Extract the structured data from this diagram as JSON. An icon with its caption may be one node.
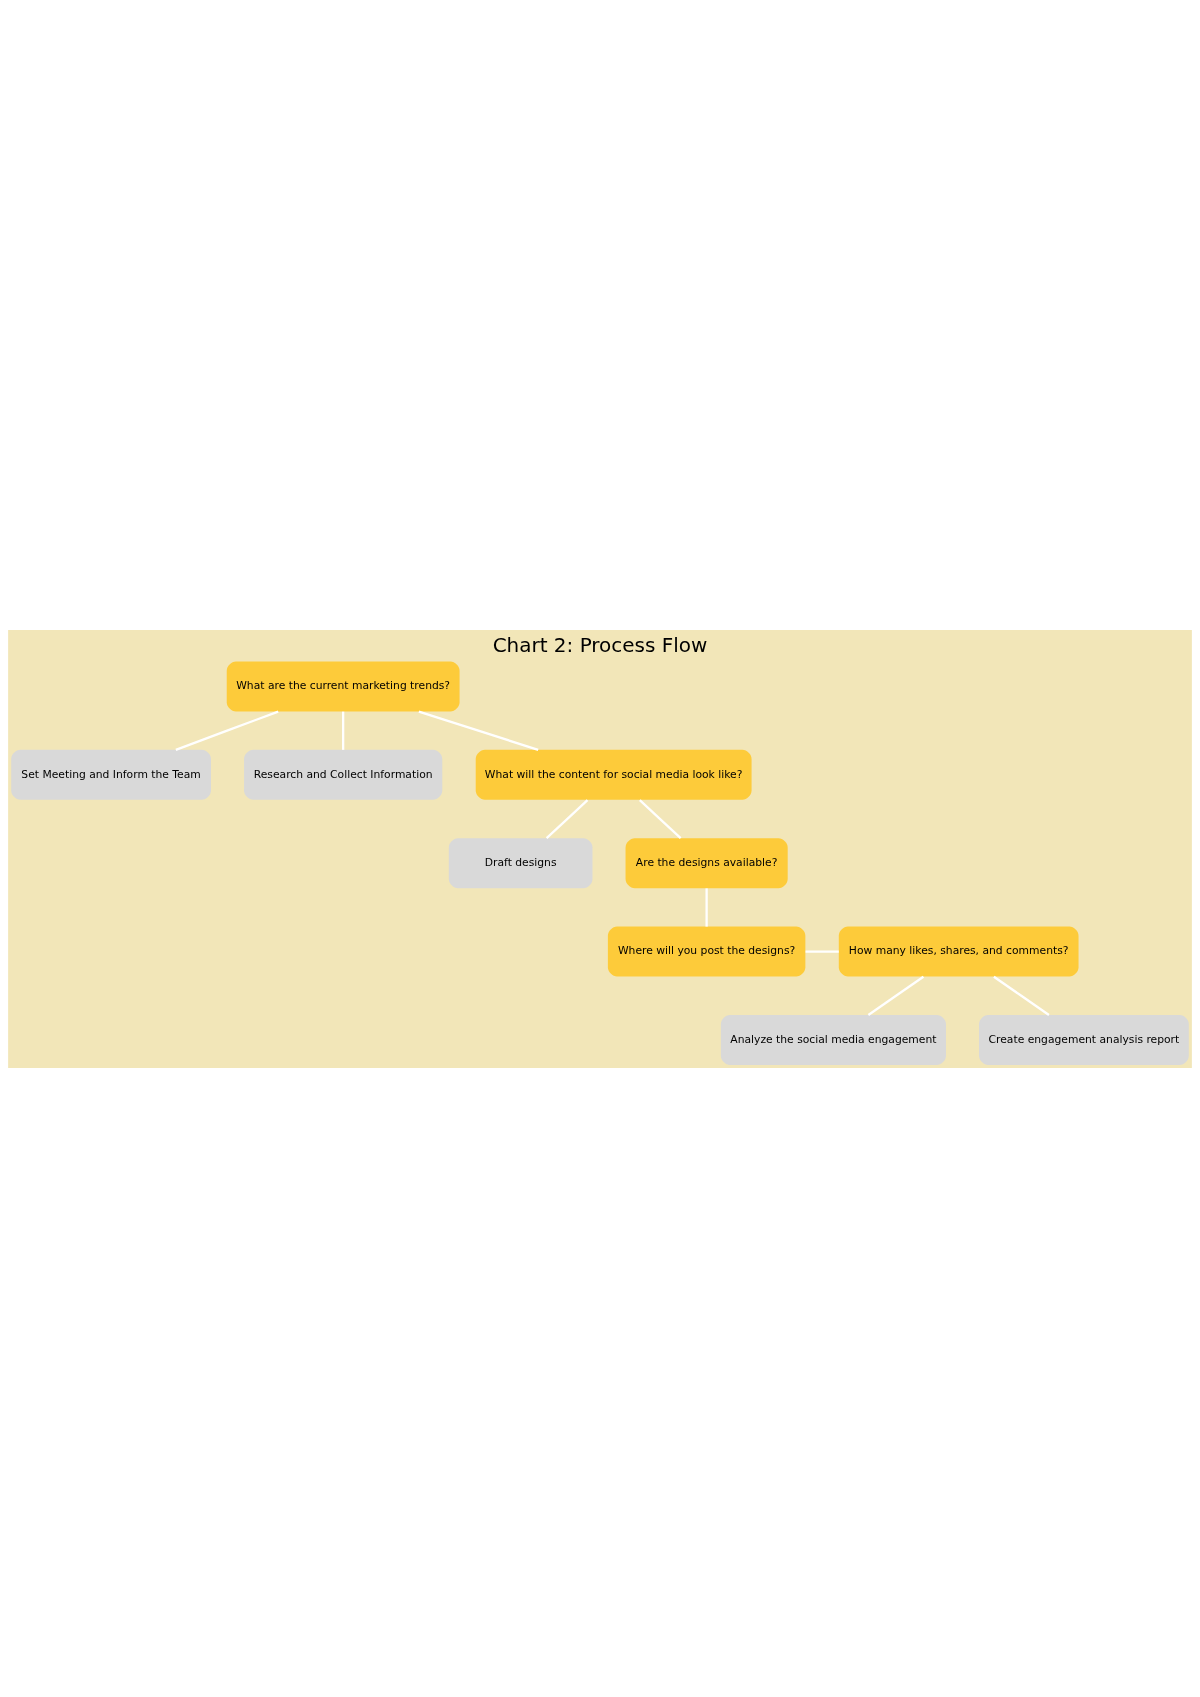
{
  "diagram": {
    "title": "Chart 2: Process Flow",
    "nodes": [
      {
        "text": [
          "What are the current marketing trends?"
        ]
      },
      {
        "text": [
          "Set Meeting and Inform the Team"
        ]
      },
      {
        "text": [
          "Research and Collect Information"
        ]
      },
      {
        "text": [
          "What will the content for social media look like?"
        ]
      },
      {
        "text": [
          "Draft designs"
        ]
      },
      {
        "text": [
          "Are the designs available?"
        ]
      },
      {
        "text": [
          "Where will you post the designs?"
        ]
      },
      {
        "text": [
          "How many likes, shares, and comments?"
        ]
      },
      {
        "text": [
          "Analyze the social media engagement"
        ]
      },
      {
        "text": [
          "Create engagement analysis report"
        ]
      }
    ],
    "edges": [
      {
        "from": 0,
        "to": 1,
        "arrow": "none"
      },
      {
        "from": 0,
        "to": 2,
        "arrow": "none"
      },
      {
        "from": 0,
        "to": 3,
        "arrow": "none"
      },
      {
        "from": 3,
        "to": 4,
        "arrow": "none"
      },
      {
        "from": 3,
        "to": 5,
        "arrow": "none"
      },
      {
        "from": 5,
        "to": 6,
        "arrow": "none"
      },
      {
        "from": 6,
        "to": 7,
        "arrow": "none"
      },
      {
        "from": 7,
        "to": 8,
        "arrow": "none"
      },
      {
        "from": 7,
        "to": 9,
        "arrow": "none"
      }
    ]
  }
}
